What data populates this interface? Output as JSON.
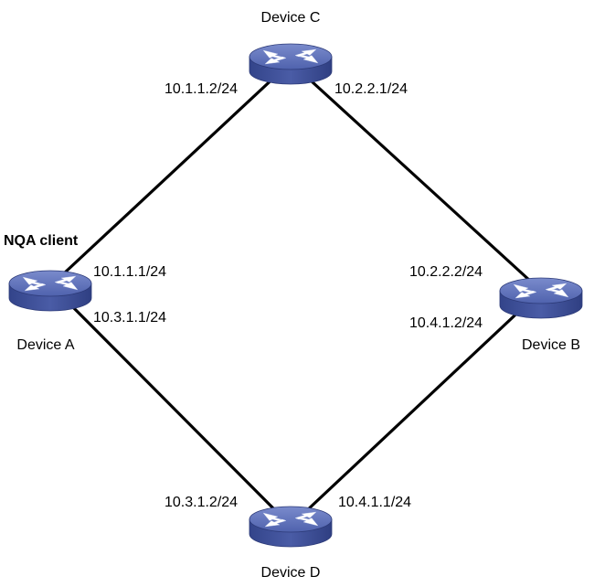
{
  "colors": {
    "router_top": "#5c6fb8",
    "router_side": "#3d4f96",
    "router_edge": "#2c3a78",
    "arrow": "#ffffff",
    "link": "#000000"
  },
  "devices": [
    {
      "id": "C",
      "label": "Device C",
      "icon": "router-icon"
    },
    {
      "id": "A",
      "label": "Device A",
      "icon": "router-icon",
      "role": "NQA client"
    },
    {
      "id": "B",
      "label": "Device B",
      "icon": "router-icon"
    },
    {
      "id": "D",
      "label": "Device D",
      "icon": "router-icon"
    }
  ],
  "links": [
    {
      "from": "A",
      "to": "C",
      "from_ip": "10.1.1.1/24",
      "to_ip": "10.1.1.2/24"
    },
    {
      "from": "C",
      "to": "B",
      "from_ip": "10.2.2.1/24",
      "to_ip": "10.2.2.2/24"
    },
    {
      "from": "A",
      "to": "D",
      "from_ip": "10.3.1.1/24",
      "to_ip": "10.3.1.2/24"
    },
    {
      "from": "D",
      "to": "B",
      "from_ip": "10.4.1.1/24",
      "to_ip": "10.4.1.2/24"
    }
  ]
}
